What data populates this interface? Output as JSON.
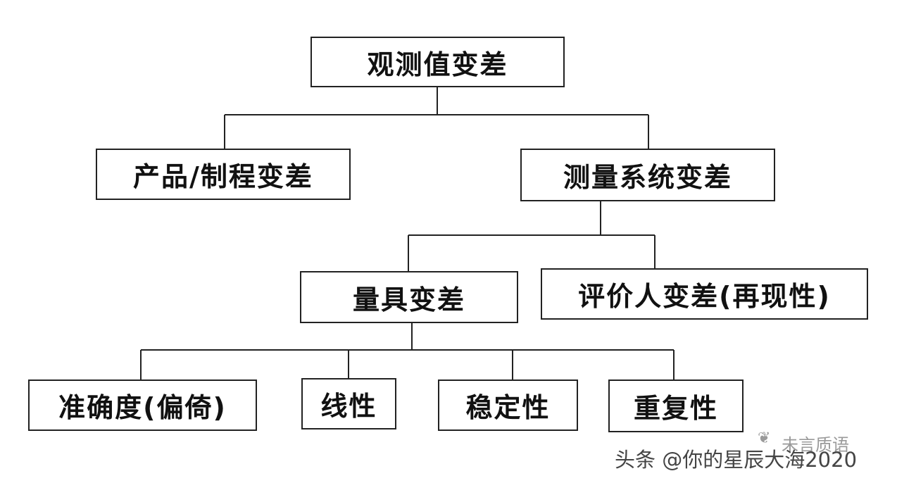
{
  "diagram": {
    "root": "观测值变差",
    "level1": {
      "product": "产品/制程变差",
      "measurement_system": "测量系统变差"
    },
    "level2": {
      "gauge": "量具变差",
      "appraiser": "评价人变差(再现性)"
    },
    "level3": {
      "accuracy": "准确度(偏倚)",
      "linearity": "线性",
      "stability": "稳定性",
      "repeatability": "重复性"
    }
  },
  "watermark": {
    "source": "未言质语",
    "main": "头条 @你的星辰大海2020"
  },
  "icons": {
    "watermark_logo": "bird-icon"
  },
  "colors": {
    "line": "#222222",
    "text": "#111111",
    "background": "#ffffff",
    "watermark": "#444444"
  }
}
